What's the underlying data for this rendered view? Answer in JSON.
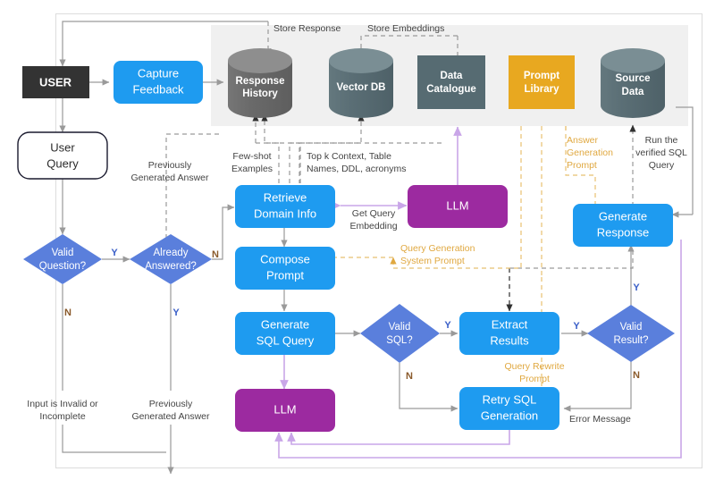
{
  "diagram": {
    "title": "Text-to-SQL RAG Pipeline Flowchart",
    "colors": {
      "blue": "#1e9bf0",
      "purple": "#9c2aa0",
      "diamond": "#5a7fdc",
      "amber": "#e8a820",
      "slate": "#566b72",
      "gray_cylinder": "#6a6a6a",
      "dark": "#333333",
      "panel": "#f0f0f0",
      "border": "#d8d8d8",
      "arrow_gray": "#9a9a9a",
      "arrow_purple": "#c9a6e8",
      "arrow_amber": "#e8c070",
      "text_dark": "#444444",
      "label_yes": "#3a5fc8",
      "label_no": "#8a5a2b"
    },
    "store_layer": {
      "nodes": [
        {
          "id": "response-history",
          "label_line1": "Response",
          "label_line2": "History",
          "shape": "cylinder",
          "color": "gray"
        },
        {
          "id": "vector-db",
          "label_line1": "Vector DB",
          "label_line2": "",
          "shape": "cylinder",
          "color": "slate"
        },
        {
          "id": "data-catalogue",
          "label_line1": "Data",
          "label_line2": "Catalogue",
          "shape": "rect",
          "color": "slate"
        },
        {
          "id": "prompt-library",
          "label_line1": "Prompt",
          "label_line2": "Library",
          "shape": "rect",
          "color": "amber"
        },
        {
          "id": "source-data",
          "label_line1": "Source",
          "label_line2": "Data",
          "shape": "cylinder",
          "color": "slate"
        }
      ]
    },
    "process_nodes": [
      {
        "id": "user",
        "label_line1": "USER",
        "label_line2": "",
        "shape": "dark-rect"
      },
      {
        "id": "user-query",
        "label_line1": "User",
        "label_line2": "Query",
        "shape": "rounded-outline"
      },
      {
        "id": "capture-feedback",
        "label_line1": "Capture",
        "label_line2": "Feedback",
        "shape": "blue"
      },
      {
        "id": "retrieve-domain-info",
        "label_line1": "Retrieve",
        "label_line2": "Domain Info",
        "shape": "blue"
      },
      {
        "id": "compose-prompt",
        "label_line1": "Compose",
        "label_line2": "Prompt",
        "shape": "blue"
      },
      {
        "id": "generate-sql-query",
        "label_line1": "Generate",
        "label_line2": "SQL Query",
        "shape": "blue"
      },
      {
        "id": "extract-results",
        "label_line1": "Extract",
        "label_line2": "Results",
        "shape": "blue"
      },
      {
        "id": "retry-sql-generation",
        "label_line1": "Retry SQL",
        "label_line2": "Generation",
        "shape": "blue"
      },
      {
        "id": "generate-response",
        "label_line1": "Generate",
        "label_line2": "Response",
        "shape": "blue"
      },
      {
        "id": "llm-embedding",
        "label_line1": "LLM",
        "label_line2": "",
        "shape": "purple"
      },
      {
        "id": "llm-sql",
        "label_line1": "LLM",
        "label_line2": "",
        "shape": "purple"
      }
    ],
    "decisions": [
      {
        "id": "valid-question",
        "label_line1": "Valid",
        "label_line2": "Question?",
        "yes": "Y",
        "no": "N"
      },
      {
        "id": "already-answered",
        "label_line1": "Already",
        "label_line2": "Answered?",
        "yes": "Y",
        "no": "N"
      },
      {
        "id": "valid-sql",
        "label_line1": "Valid",
        "label_line2": "SQL?",
        "yes": "Y",
        "no": "N"
      },
      {
        "id": "valid-result",
        "label_line1": "Valid",
        "label_line2": "Result?",
        "yes": "Y",
        "no": "N"
      }
    ],
    "edge_labels": {
      "store_response": "Store Response",
      "store_embeddings": "Store Embeddings",
      "few_shot_1": "Few-shot",
      "few_shot_2": "Examples",
      "topk_1": "Top k Context, Table",
      "topk_2": "Names, DDL, acronyms",
      "prev_answer_left_1": "Previously",
      "prev_answer_left_2": "Generated Answer",
      "get_query_embedding_1": "Get Query",
      "get_query_embedding_2": "Embedding",
      "query_gen_prompt_1": "Query Generation",
      "query_gen_prompt_2": "System Prompt",
      "answer_gen_prompt_1": "Answer",
      "answer_gen_prompt_2": "Generation",
      "answer_gen_prompt_3": "Prompt",
      "run_verified_1": "Run the",
      "run_verified_2": "verified SQL",
      "run_verified_3": "Query",
      "query_rewrite_1": "Query Rewrite",
      "query_rewrite_2": "Prompt",
      "error_message": "Error Message",
      "input_invalid_1": "Input is Invalid or",
      "input_invalid_2": "Incomplete",
      "prev_answer_mid_1": "Previously",
      "prev_answer_mid_2": "Generated Answer",
      "yes_vq": "Y",
      "no_vq": "N",
      "no_aa": "N",
      "yes_aa": "Y",
      "yes_vsql": "Y",
      "no_vsql": "N",
      "yes_vres": "Y",
      "no_vres": "N"
    }
  }
}
